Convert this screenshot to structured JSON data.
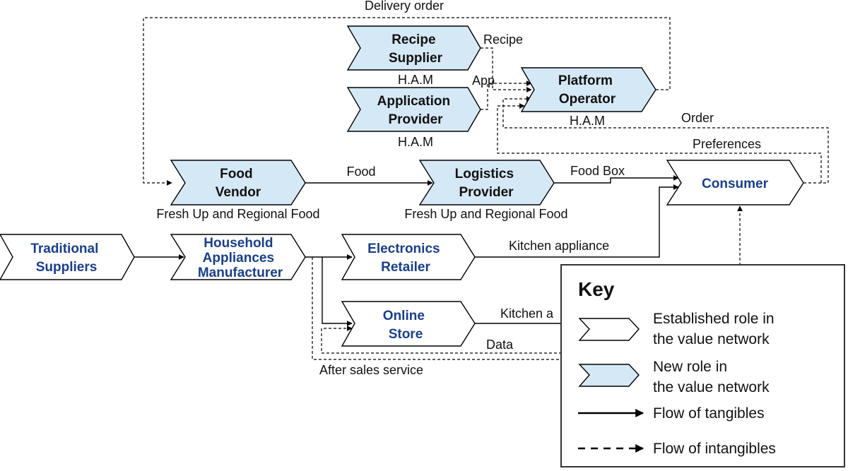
{
  "nodes": {
    "recipe_supplier": [
      "Recipe",
      "Supplier"
    ],
    "application_provider": [
      "Application",
      "Provider"
    ],
    "platform_operator": [
      "Platform",
      "Operator"
    ],
    "food_vendor": [
      "Food",
      "Vendor"
    ],
    "logistics_provider": [
      "Logistics",
      "Provider"
    ],
    "consumer": [
      "Consumer"
    ],
    "traditional_suppliers": [
      "Traditional",
      "Suppliers"
    ],
    "household_appliances_manufacturer": [
      "Household",
      "Appliances",
      "Manufacturer"
    ],
    "electronics_retailer": [
      "Electronics",
      "Retailer"
    ],
    "online_store": [
      "Online",
      "Store"
    ]
  },
  "sublabels": {
    "recipe_supplier": "H.A.M",
    "application_provider": "H.A.M",
    "platform_operator": "H.A.M",
    "food_vendor": "Fresh Up and Regional Food",
    "logistics_provider": "Fresh Up and Regional Food"
  },
  "flows": {
    "delivery_order": "Delivery order",
    "recipe": "Recipe",
    "app": "App",
    "order": "Order",
    "preferences": "Preferences",
    "food": "Food",
    "food_box": "Food Box",
    "kitchen_appliance_retailer": "Kitchen appliance",
    "kitchen_appliance_online": "Kitchen a",
    "data": "Data",
    "after_sales_service": "After sales service"
  },
  "key": {
    "title": "Key",
    "established_role": [
      "Established role in",
      "the value network"
    ],
    "new_role": [
      "New role in",
      "the value network"
    ],
    "tangibles": "Flow of tangibles",
    "intangibles": "Flow of intangibles"
  },
  "colors": {
    "new_role_fill": "#d5e8f5",
    "established_role_fill": "#ffffff",
    "established_text": "#1a3f88",
    "new_text": "#111111"
  }
}
